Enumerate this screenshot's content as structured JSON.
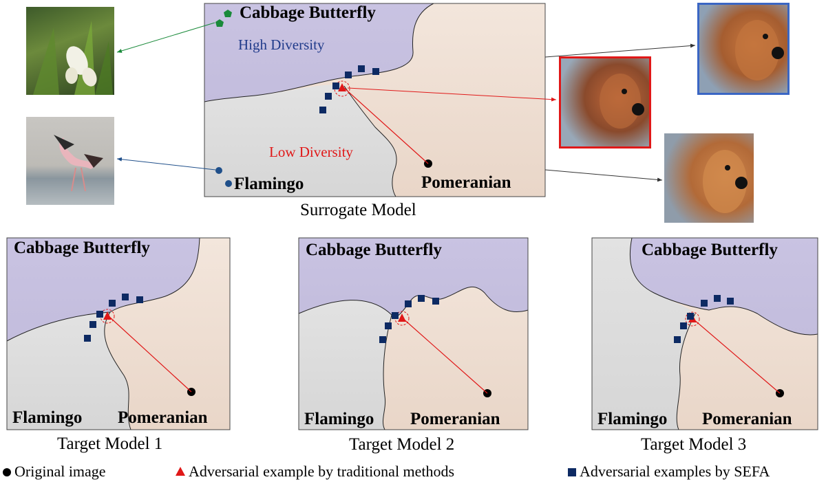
{
  "surrogate": {
    "class_butterfly": "Cabbage Butterfly",
    "class_flamingo": "Flamingo",
    "class_pomeranian": "Pomeranian",
    "high_diversity": "High Diversity",
    "low_diversity": "Low Diversity",
    "caption": "Surrogate Model"
  },
  "targets": [
    {
      "caption": "Target Model 1",
      "butterfly": "Cabbage Butterfly",
      "flamingo": "Flamingo",
      "pomeranian": "Pomeranian"
    },
    {
      "caption": "Target Model 2",
      "butterfly": "Cabbage Butterfly",
      "flamingo": "Flamingo",
      "pomeranian": "Pomeranian"
    },
    {
      "caption": "Target Model 3",
      "butterfly": "Cabbage Butterfly",
      "flamingo": "Flamingo",
      "pomeranian": "Pomeranian"
    }
  ],
  "legend": {
    "original": "Original image",
    "traditional": "Adversarial example by traditional methods",
    "sefa": "Adversarial examples by SEFA"
  },
  "colors": {
    "butterfly_region": "#c9c3e0",
    "flamingo_region": "#dddddd",
    "pomeranian_region": "#efe1d6",
    "high_diversity_text": "#1f3a8a",
    "low_diversity_text": "#e01818",
    "sefa_marker": "#0d2a63",
    "traditional_marker": "#e01818",
    "butterfly_marker": "#1a8a3a",
    "flamingo_marker": "#1f4f8a"
  }
}
